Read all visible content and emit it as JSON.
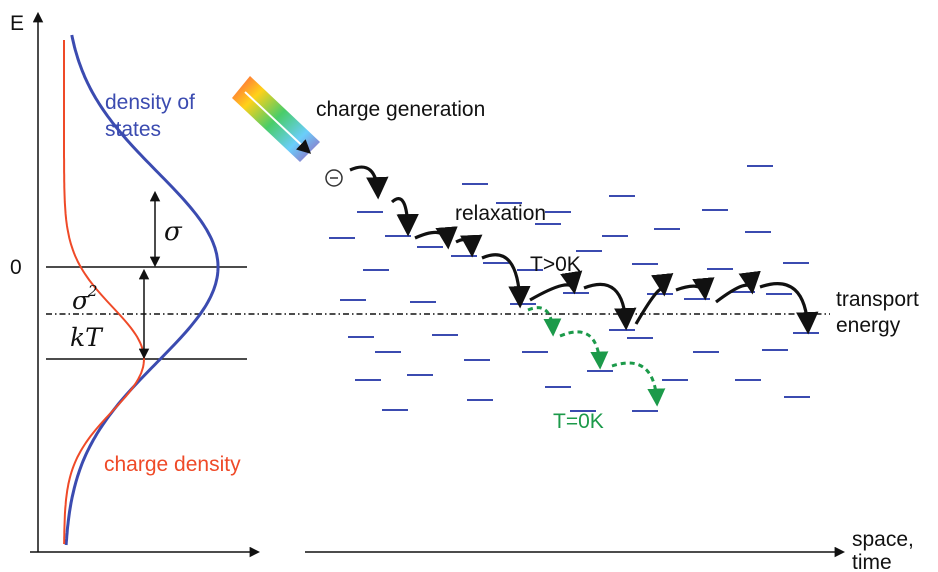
{
  "axis": {
    "energy_label": "E",
    "zero_label": "0",
    "space_label_line1": "space,",
    "space_label_line2": "time"
  },
  "curves": {
    "dos_label_line1": "density of",
    "dos_label_line2": "states",
    "charge_density_label": "charge density"
  },
  "math": {
    "sigma": "σ",
    "sigma_sq": "σ",
    "sigma_sq_exp": "2",
    "kT": "kT"
  },
  "process": {
    "charge_generation": "charge generation",
    "relaxation": "relaxation",
    "t_gt_0": "T>0K",
    "t_eq_0": "T=0K",
    "transport_line1": "transport",
    "transport_line2": "energy",
    "charge_symbol": "⊖"
  },
  "colors": {
    "dos": "#3b4bb0",
    "charge_density": "#ef4a28",
    "site": "#3b4bb0",
    "hop_finite_T": "#111111",
    "hop_zero_T": "#1c9a4a"
  }
}
